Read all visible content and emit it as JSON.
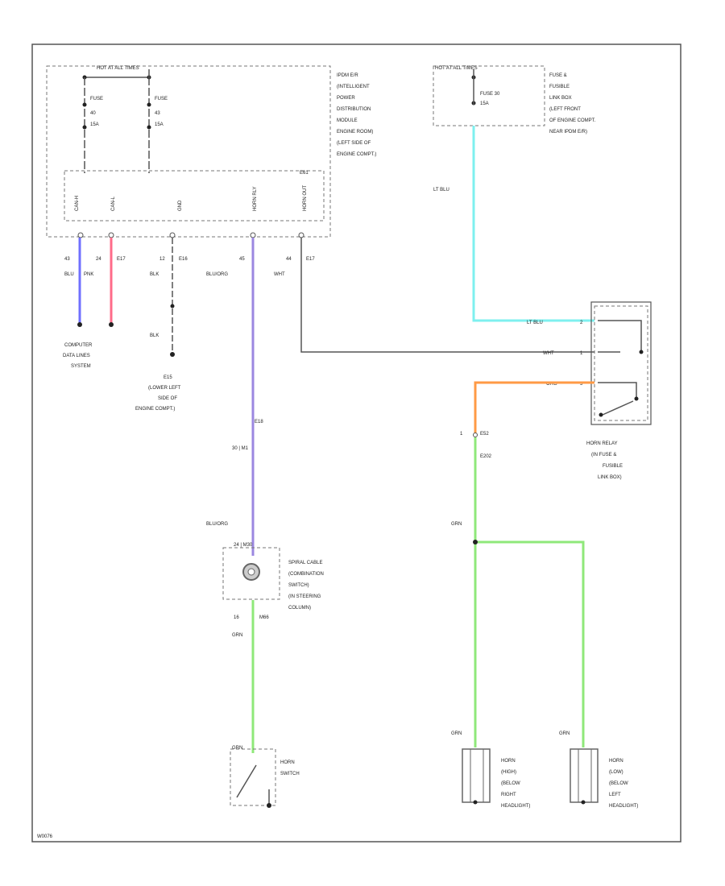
{
  "diagram": {
    "ipdm_hot_label": "HOT AT ALL TIMES",
    "fuse_ipdm_1": [
      "FUSE",
      "40",
      "15A"
    ],
    "fuse_ipdm_2": [
      "FUSE",
      "43",
      "15A"
    ],
    "ipdm_desc": [
      "IPDM E/R",
      "(INTELLIGENT",
      "POWER",
      "DISTRIBUTION",
      "MODULE",
      "ENGINE ROOM)",
      "(LEFT SIDE OF",
      "ENGINE COMPT.)"
    ],
    "ipdm_conn_label": "E61",
    "ipdm_pins": [
      "CAN-H",
      "CAN-L",
      "GND",
      "HORN RLY",
      "HORN OUT"
    ],
    "conn_pins": [
      {
        "pin": "43",
        "conn": "",
        "color": "BLU"
      },
      {
        "pin": "24",
        "conn": "E17",
        "color": "PNK"
      },
      {
        "pin": "12",
        "conn": "E16",
        "color": "BLK"
      },
      {
        "pin": "45",
        "conn": "",
        "color": "BLU/ORG"
      },
      {
        "pin": "44",
        "conn": "E17",
        "color": "WHT"
      }
    ],
    "computer_label": [
      "COMPUTER",
      "DATA LINES",
      "SYSTEM"
    ],
    "ground_wire": "BLK",
    "ground_label": [
      "E15",
      "(LOWER LEFT",
      "SIDE OF",
      "ENGINE COMPT.)"
    ],
    "fuse_link_hot": "HOT AT ALL TIMES",
    "fuse_link_fuse": [
      "FUSE 30",
      "15A"
    ],
    "fuse_link_desc": [
      "FUSE &",
      "FUSIBLE",
      "LINK BOX",
      "(LEFT FRONT",
      "OF ENGINE COMPT.",
      "NEAR IPDM E/R)"
    ],
    "ltblu": "LT BLU",
    "relay_pins": [
      {
        "color": "LT BLU",
        "pin": "2"
      },
      {
        "color": "WHT",
        "pin": "1"
      },
      {
        "color": "ORG",
        "pin": "5"
      }
    ],
    "relay_label": [
      "HORN RELAY",
      "(IN FUSE &",
      "FUSIBLE",
      "LINK BOX)"
    ],
    "e52_pin": "1",
    "e52_conn": "E52",
    "e202": "E202",
    "grn_top": "GRN",
    "e18": "E18",
    "m_conn": "30 | M1",
    "bluorg_mid": "BLU/ORG",
    "spiral_top": "24 | M30",
    "spiral_label": [
      "SPIRAL CABLE",
      "(COMBINATION",
      "SWITCH)",
      "(IN STEERING",
      "COLUMN)"
    ],
    "spiral_bottom_pin": "16",
    "spiral_bottom_conn": "M66",
    "grn_spiral": "GRN",
    "grn_switch": "GRN",
    "horn_switch_label": [
      "HORN",
      "SWITCH"
    ],
    "grn_horn_high": "GRN",
    "grn_horn_low": "GRN",
    "horn_high_label": [
      "HORN",
      "(HIGH)",
      "(BELOW",
      "RIGHT",
      "HEADLIGHT)"
    ],
    "horn_low_label": [
      "HORN",
      "(LOW)",
      "(BELOW",
      "LEFT",
      "HEADLIGHT)"
    ],
    "footer": "W0076"
  }
}
